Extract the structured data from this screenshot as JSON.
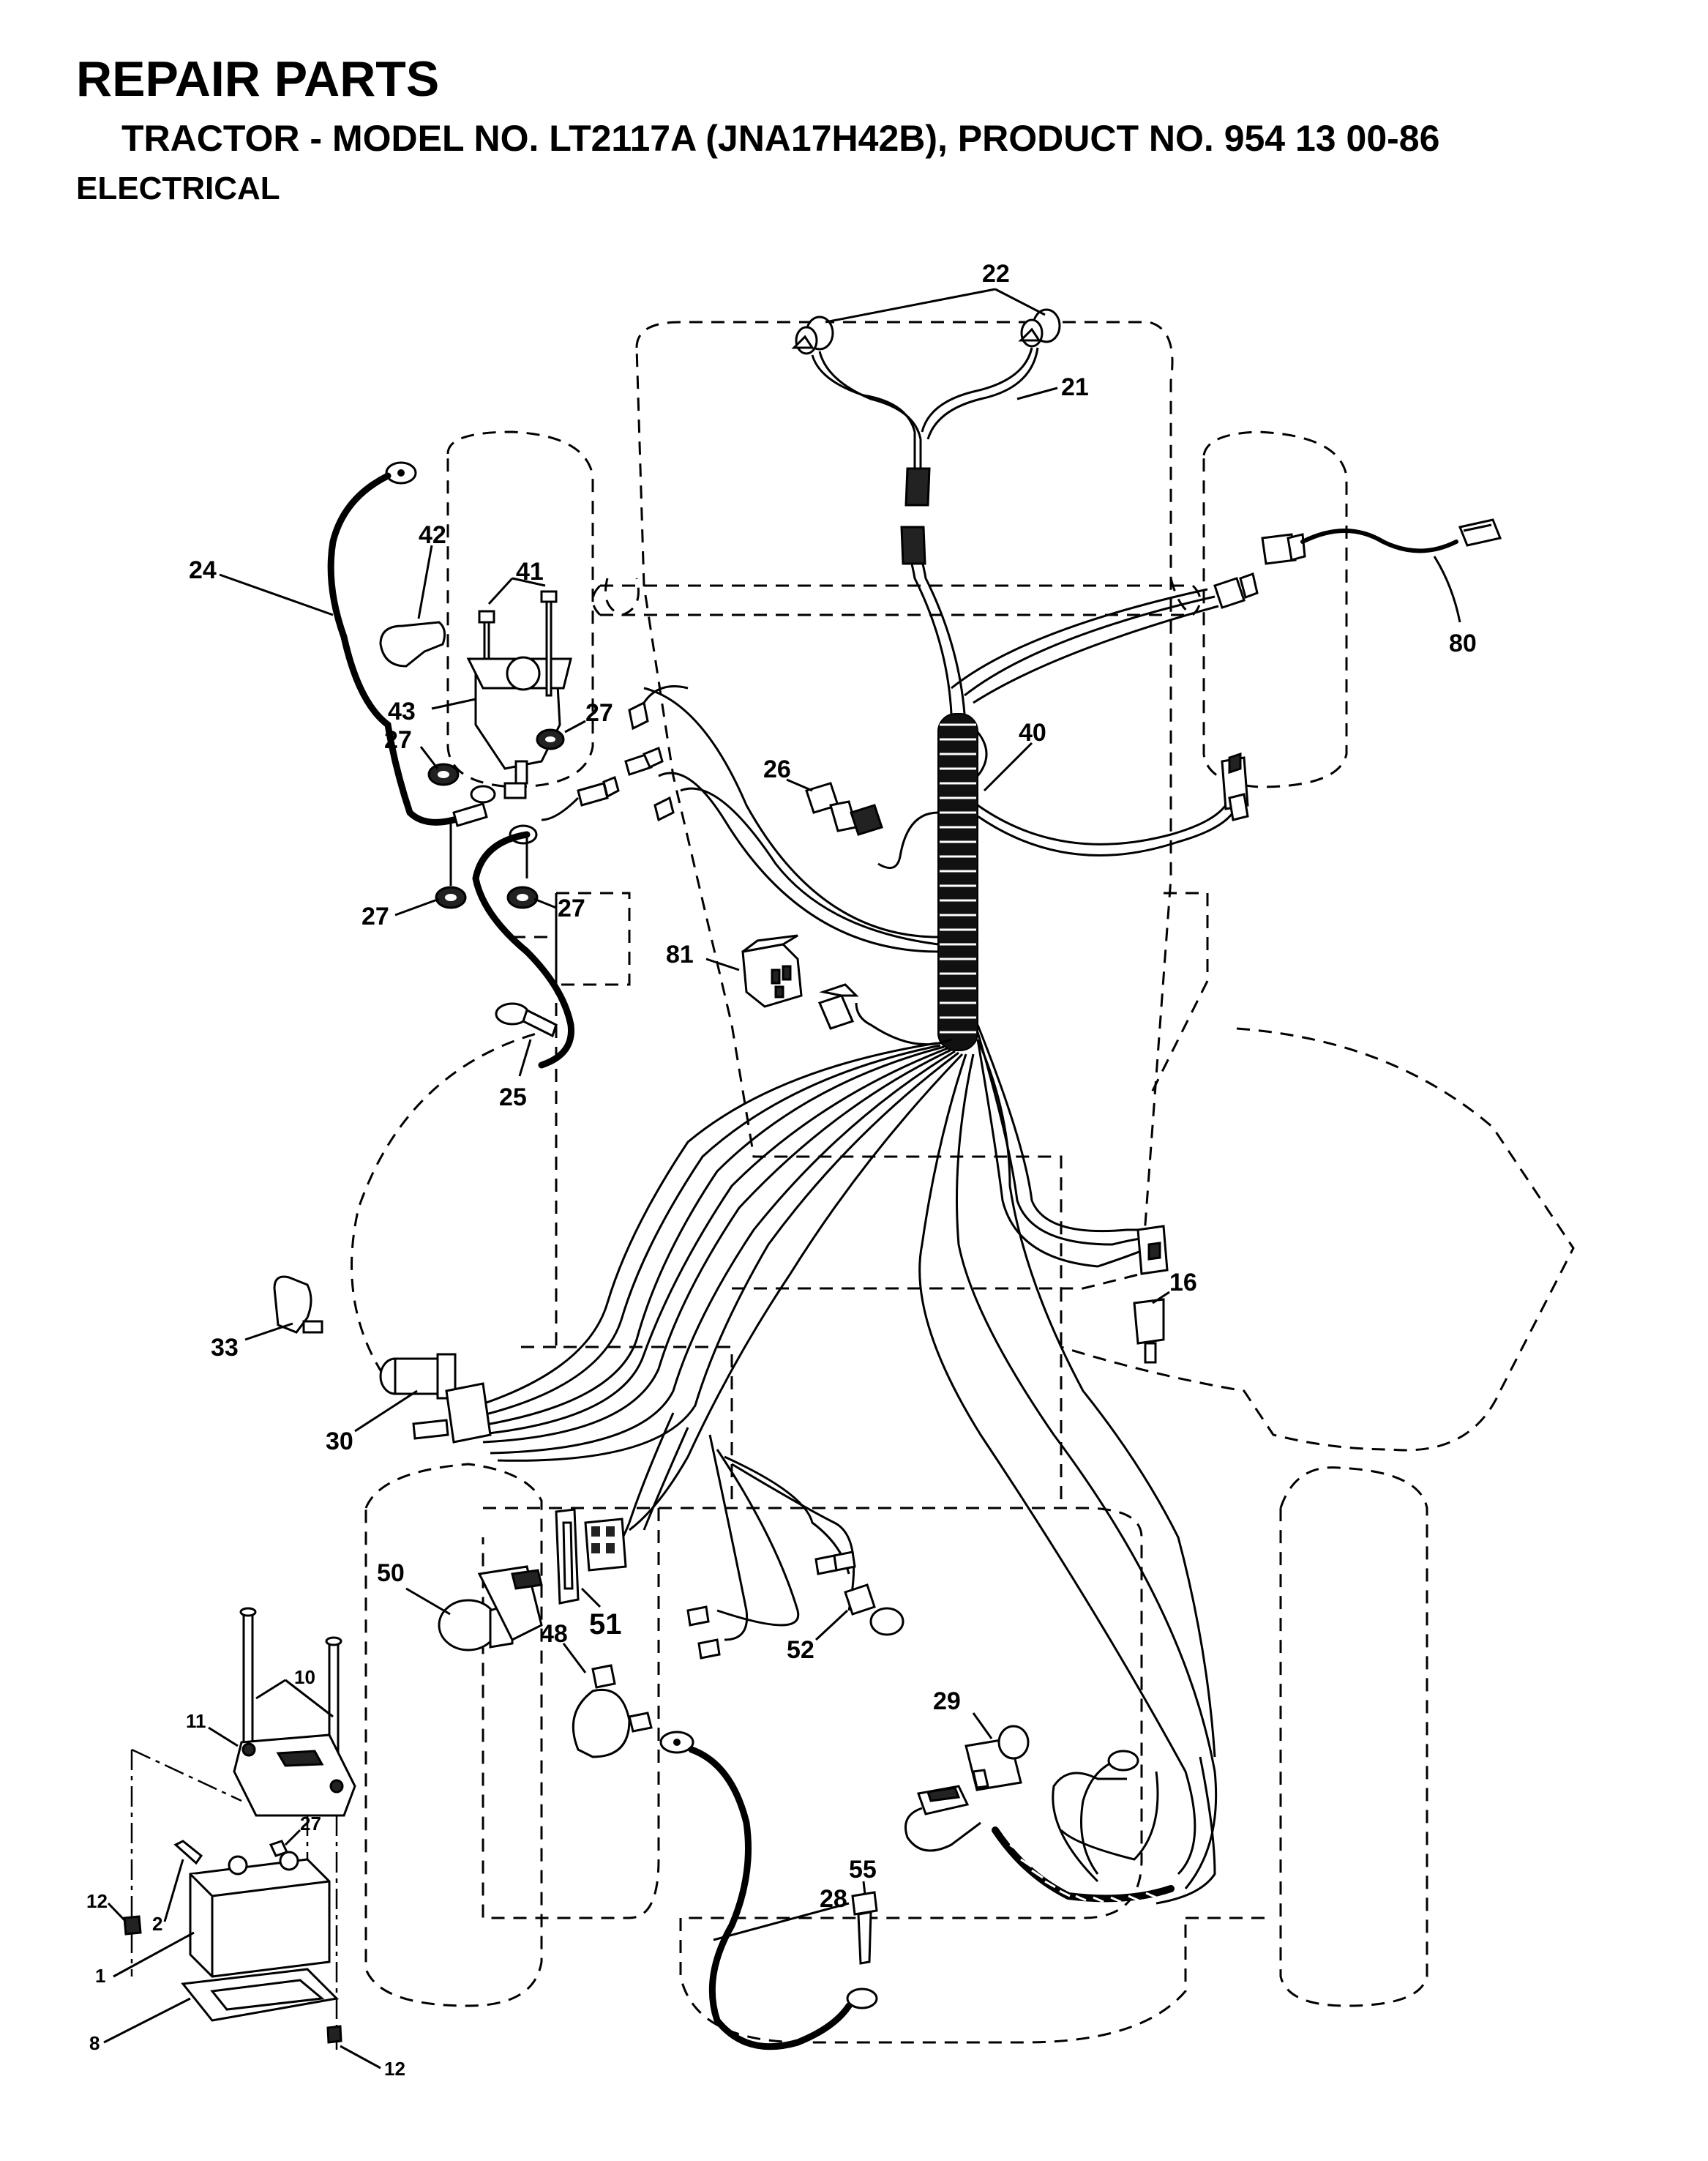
{
  "header": {
    "title": "REPAIR PARTS",
    "subtitle": "TRACTOR - MODEL NO. LT2117A (JNA17H42B), PRODUCT NO. 954 13 00-86",
    "section": "ELECTRICAL"
  },
  "callouts": {
    "c22": "22",
    "c21": "21",
    "c24": "24",
    "c42": "42",
    "c41": "41",
    "c43": "43",
    "c27a": "27",
    "c27b": "27",
    "c27c": "27",
    "c27d": "27",
    "c27e": "27",
    "c80": "80",
    "c40": "40",
    "c26": "26",
    "c81": "81",
    "c25": "25",
    "c16": "16",
    "c33": "33",
    "c30": "30",
    "c50": "50",
    "c51": "51",
    "c52": "52",
    "c48": "48",
    "c10": "10",
    "c11": "11",
    "c29": "29",
    "c55": "55",
    "c28": "28",
    "c12a": "12",
    "c12b": "12",
    "c2": "2",
    "c1": "1",
    "c8": "8"
  }
}
